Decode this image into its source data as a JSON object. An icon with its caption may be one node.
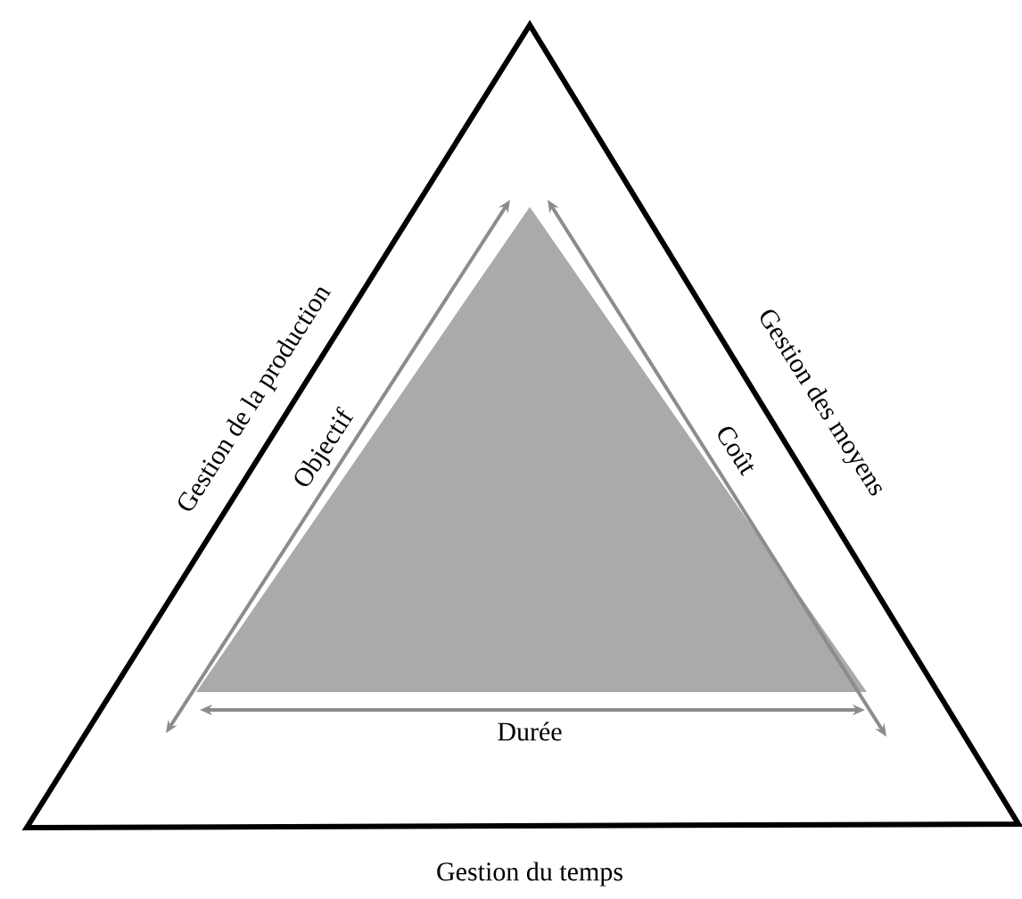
{
  "diagram": {
    "labels": [
      "Gestion de la production",
      "Gestion des moyens",
      "Objectif",
      "Coût",
      "Durée",
      "Gestion du temps"
    ]
  }
}
